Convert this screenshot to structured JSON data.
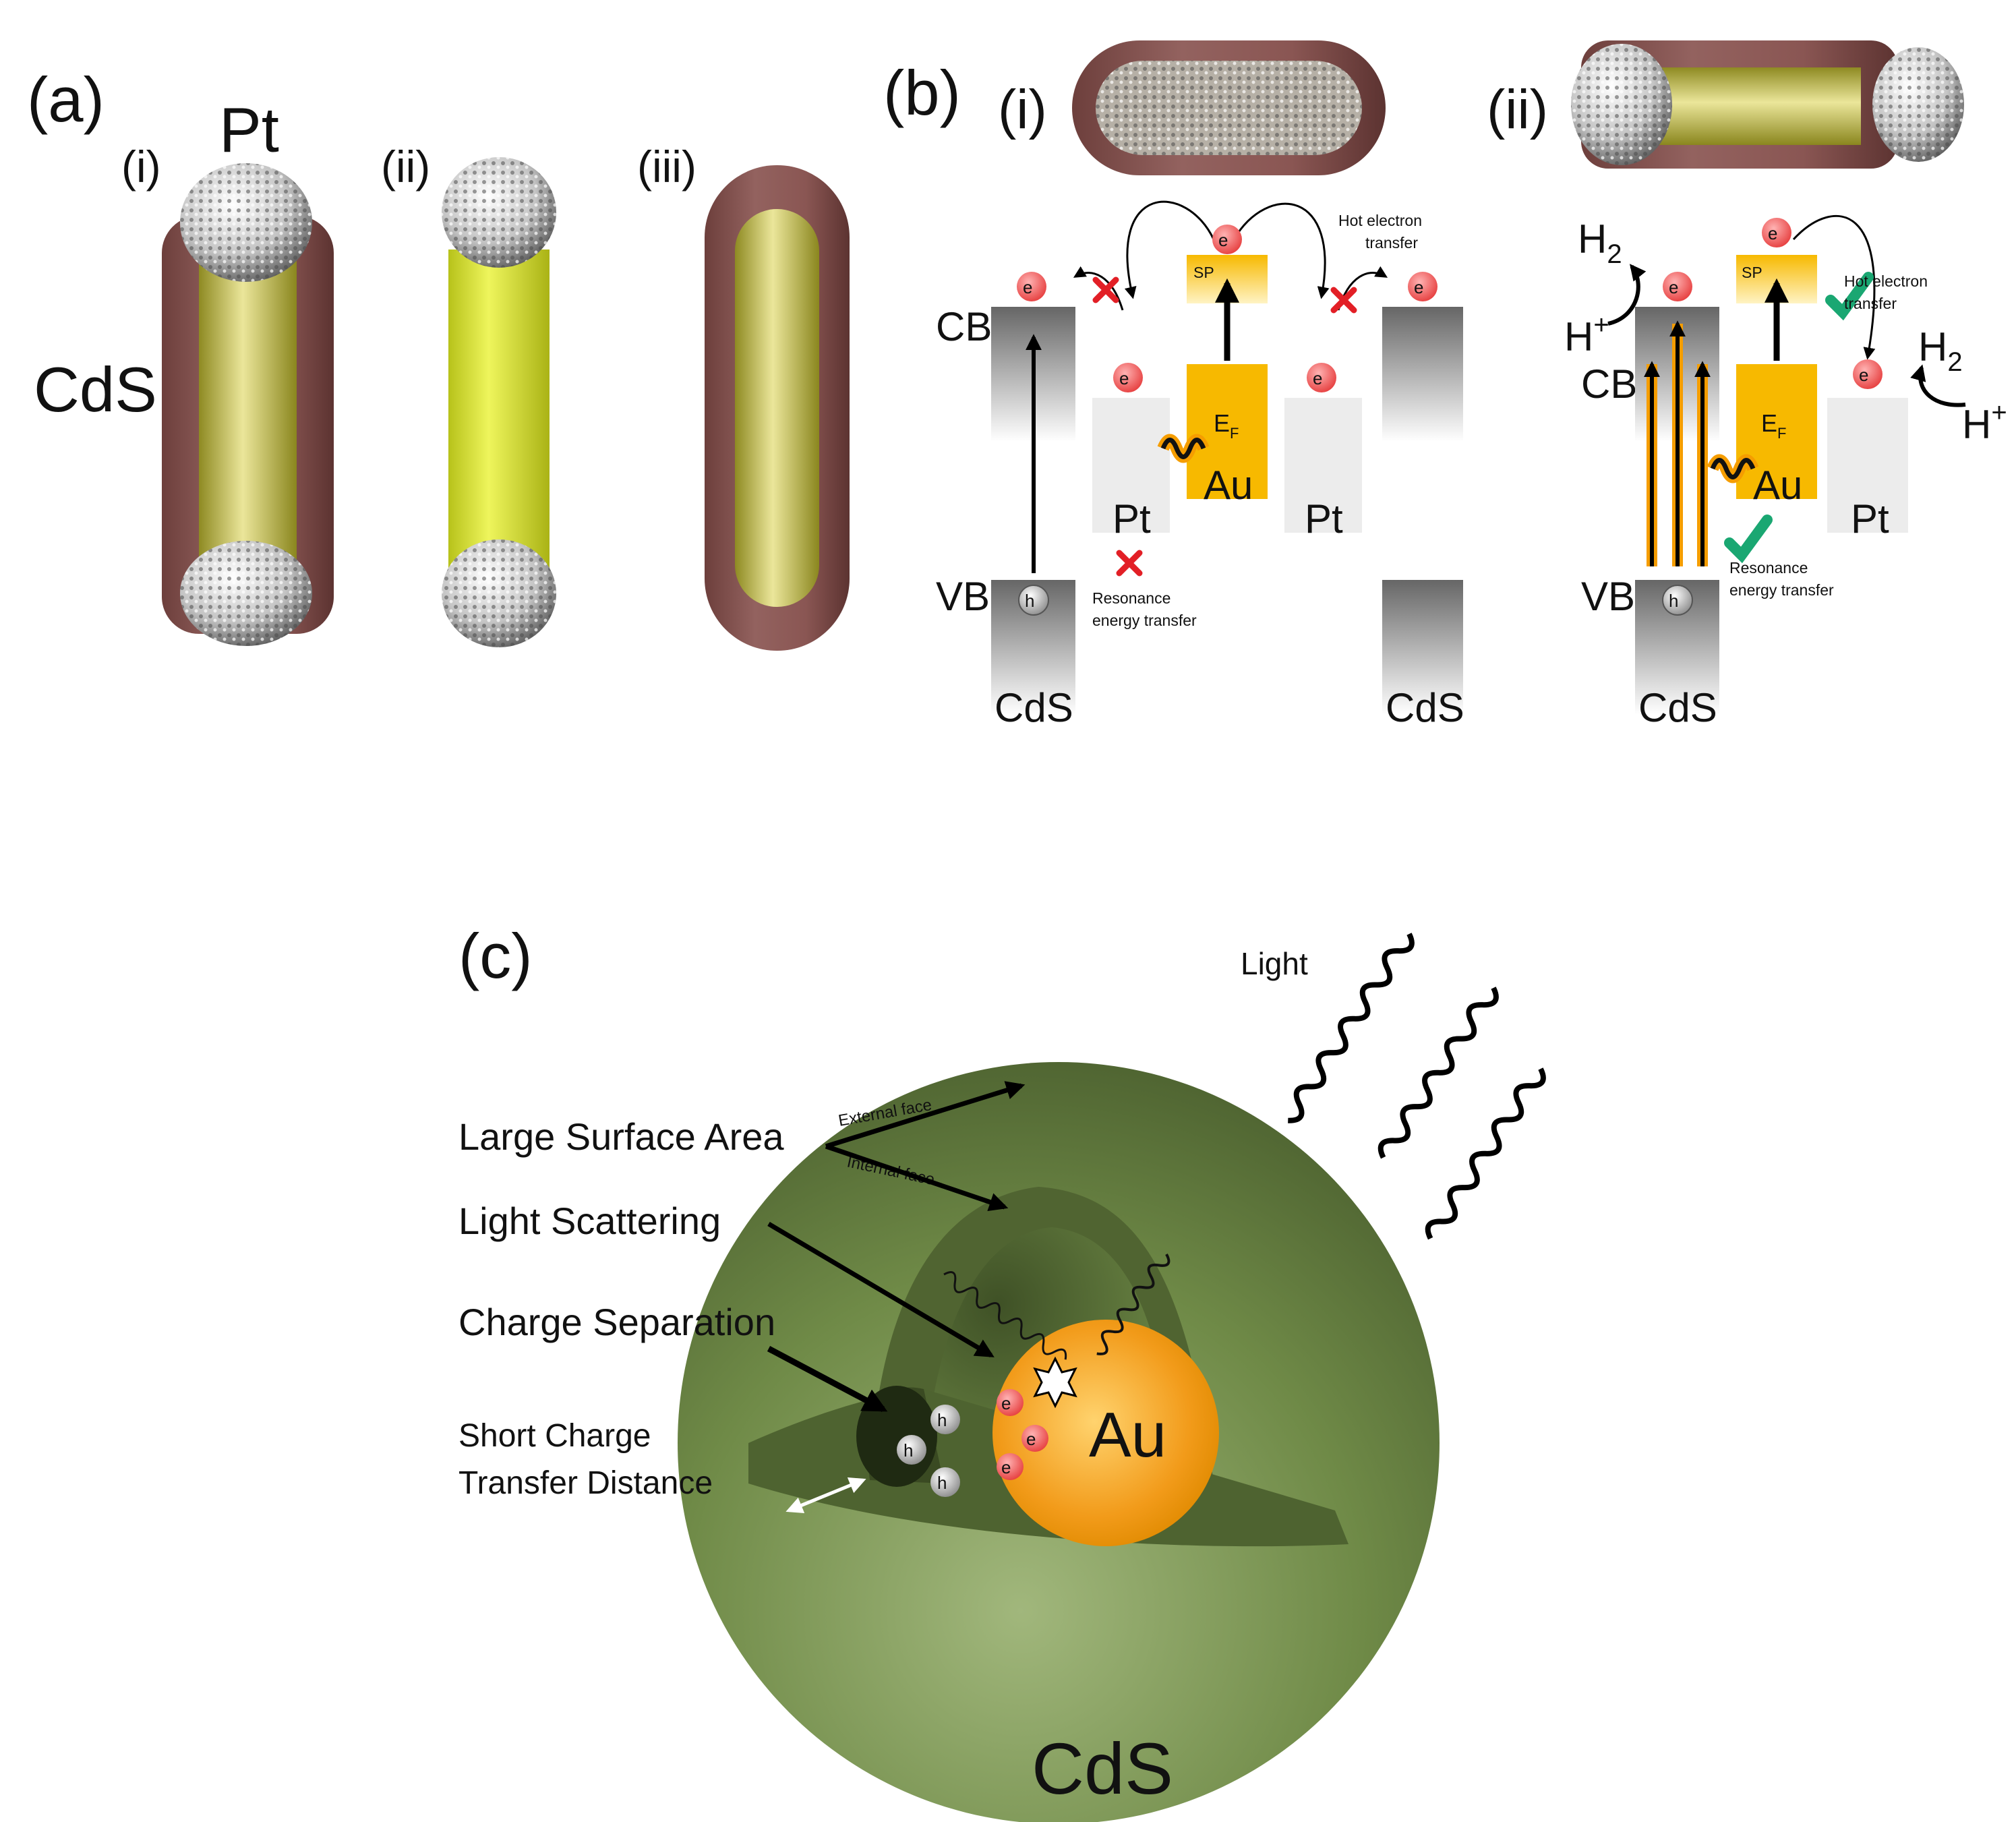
{
  "panel_a": {
    "label": "(a)",
    "sub_i": "(i)",
    "sub_ii": "(ii)",
    "sub_iii": "(iii)",
    "pt": "Pt",
    "cds": "CdS"
  },
  "panel_b": {
    "label": "(b)",
    "sub_i": "(i)",
    "sub_ii": "(ii)",
    "electron": "e",
    "electron_sup": "-",
    "hole": "h",
    "hole_sup": "+",
    "cb": "CB",
    "vb": "VB",
    "cds": "CdS",
    "pt": "Pt",
    "au": "Au",
    "sp": "SP",
    "ef": "E",
    "ef_sub": "F",
    "hot_electron_1": "Hot electron",
    "hot_electron_2": "transfer",
    "resonance_1": "Resonance",
    "resonance_2": "energy transfer",
    "h2": "H",
    "h2_sub": "2",
    "hplus": "H",
    "hplus_sup": "+"
  },
  "panel_c": {
    "label": "(c)",
    "light": "Light",
    "large_surface": "Large Surface Area",
    "external_face": "External face",
    "internal_face": "Internal face",
    "light_scattering": "Light Scattering",
    "charge_separation": "Charge Separation",
    "short_charge_1": "Short Charge",
    "short_charge_2": "Transfer Distance",
    "au": "Au",
    "cds": "CdS",
    "electron": "e",
    "electron_sup": "-",
    "hole": "h",
    "hole_sup": "+"
  },
  "colors": {
    "cds_shell": "#8a5a57",
    "au_core": "#c8c23a",
    "pt_tip": "#bdbdbd",
    "band_gray": "#6e6e6e",
    "au_band": "#f7b900",
    "pt_band": "#ededed",
    "electron": "#f0585a",
    "green_shell": "#6e8a46",
    "au_sphere": "#f29b1a",
    "cross_red": "#e21f26",
    "check_green": "#1aa772"
  }
}
